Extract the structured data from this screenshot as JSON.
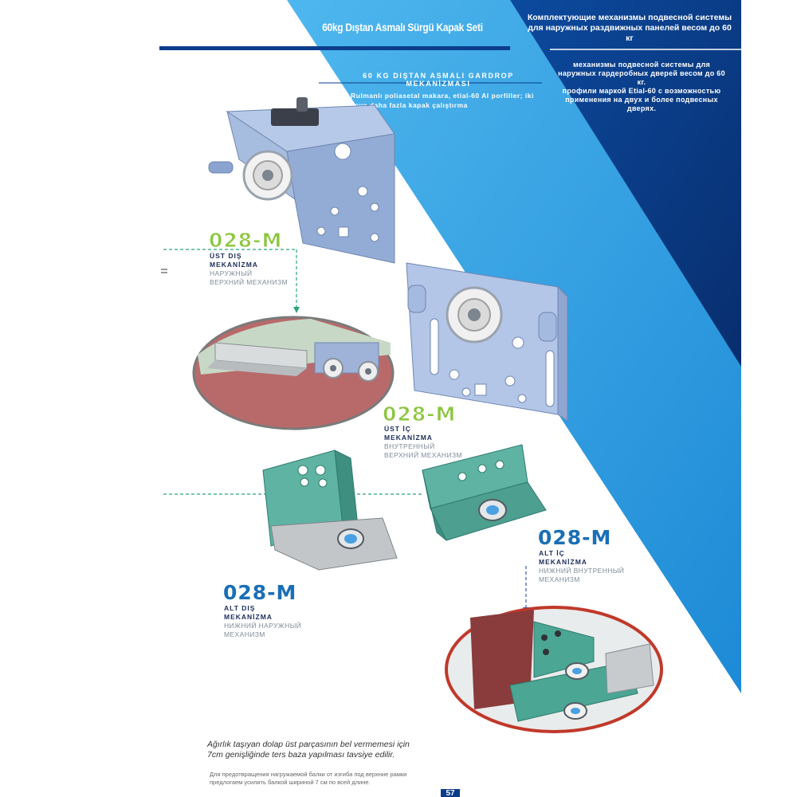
{
  "header": {
    "title_tr": "60kg Dıştan Asmalı Sürgü Kapak Seti",
    "title_ru": "Комплектующие механизмы подвесной системы для наружных раздвижных панелей весом до 60 кг"
  },
  "intro": {
    "subtitle_tr": "60 KG DIŞTAN ASMALI GARDROP MEKANİZMASI",
    "desc_tr": "Rulmanlı poliasetal makara, etial-60 Al porfiller; iki veya daha fazla kapak çalıştırma",
    "desc_ru_1": "механизмы подвесной системы для наружных гардеробных дверей весом до 60 кг.",
    "desc_ru_2": "профили маркой Etial-60 с возможностью применения на двух и более подвесных дверях."
  },
  "parts": [
    {
      "code": "028-M",
      "name_tr_1": "ÜST DIŞ",
      "name_tr_2": "MEKANİZMA",
      "name_ru_1": "НАРУЖНЫЙ",
      "name_ru_2": "ВЕРХНИЙ МЕХАНИЗМ"
    },
    {
      "code": "028-M",
      "name_tr_1": "ÜST İÇ",
      "name_tr_2": "MEKANİZMA",
      "name_ru_1": "ВНУТРЕННЫЙ",
      "name_ru_2": "ВЕРХНИЙ МЕХАНИЗМ"
    },
    {
      "code": "028-M",
      "name_tr_1": "ALT DIŞ",
      "name_tr_2": "MEKANİZMA",
      "name_ru_1": "НИЖНИЙ НАРУЖНЫЙ",
      "name_ru_2": "МЕХАНИЗМ"
    },
    {
      "code": "028-M",
      "name_tr_1": "ALT İÇ",
      "name_tr_2": "MEKANİZMA",
      "name_ru_1": "НИЖНИЙ ВНУТРЕННЫЙ",
      "name_ru_2": "МЕХАНИЗМ"
    }
  ],
  "footer": {
    "note_tr_1": "Ağırlık taşıyan dolap üst parçasının bel vermemesi için",
    "note_tr_2": "7cm genişliğinde ters baza yapılması tavsiye edilir.",
    "note_ru_1": "Для предотвращения нагружаемой балки от изгиба под верхние рамки",
    "note_ru_2": "предлогаем усилить балкой шириной 7 см по всей длине.",
    "page_number": "57"
  },
  "colors": {
    "dark_blue": "#0b3d8c",
    "light_blue": "#2a9be0",
    "code_green": "#8cc63f",
    "code_blue": "#1a6fb5",
    "metal_blue": "#9db4d8",
    "metal_teal": "#5fb3a3"
  }
}
